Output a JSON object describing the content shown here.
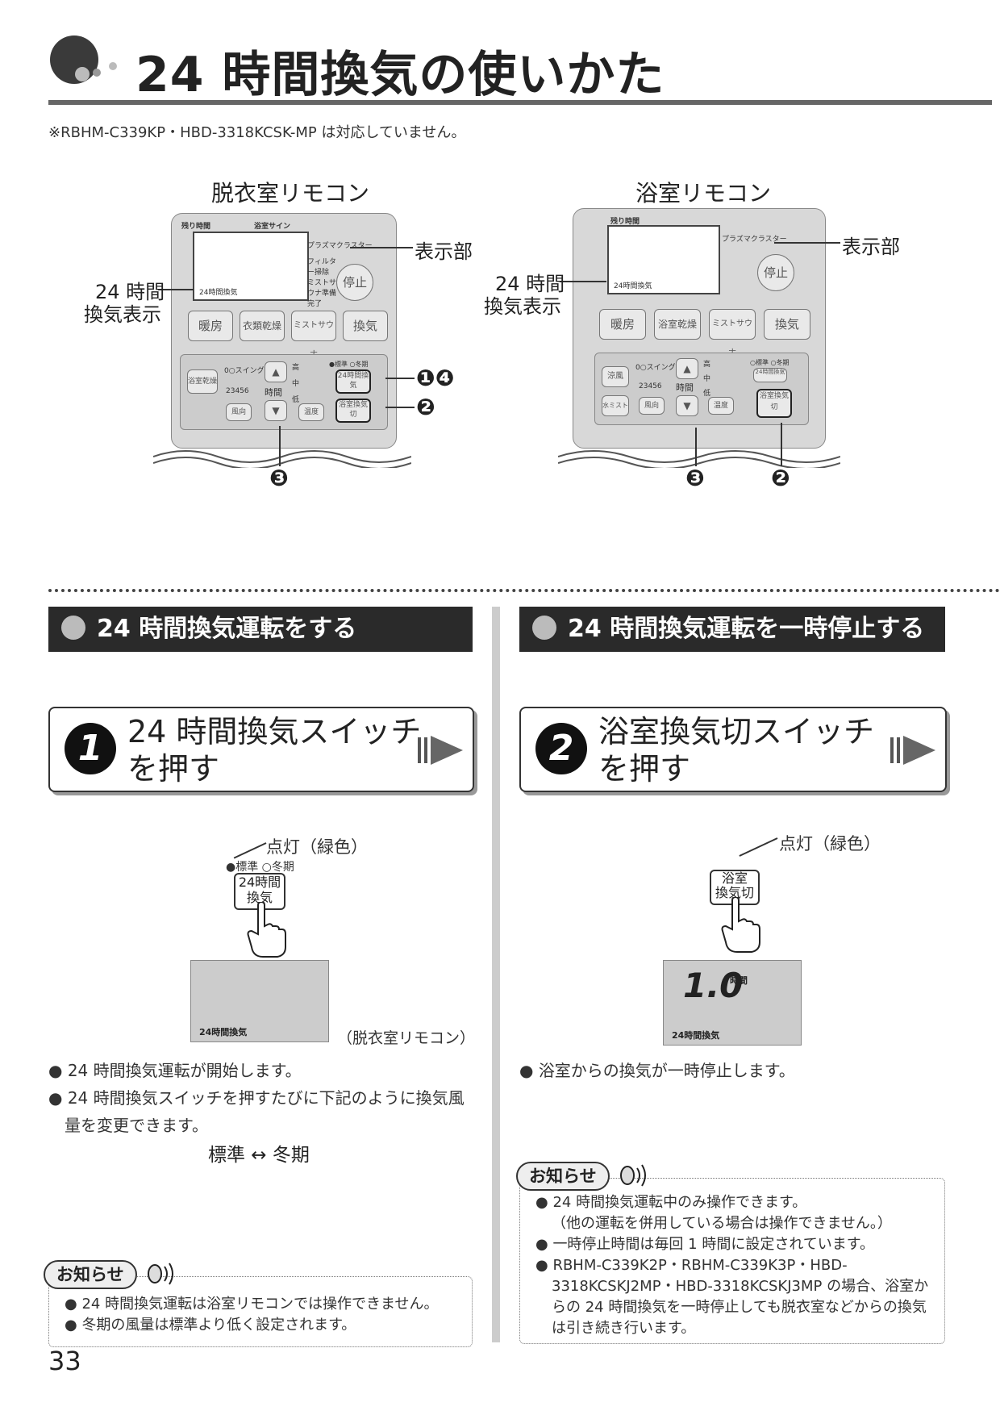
{
  "title": "24 時間換気の使いかた",
  "note": "※RBHM-C339KP・HBD-3318KCSK-MP は対応していません。",
  "left_remote": {
    "title": "脱衣室リモコン",
    "label_remain": "残り時間",
    "label_bath_sign": "浴室サイン",
    "plasma": "プラズマクラスター",
    "filter": "フィルター掃除",
    "mist": "ミストサウナ準備完了",
    "stop": "停止",
    "display_text": "24時間換気",
    "buttons": [
      "暖房",
      "衣類乾燥",
      "ミストサウナ",
      "換気"
    ],
    "panel_bath_dry": "浴室乾燥",
    "swing": "0○スイング",
    "scale": "23456",
    "time": "時間",
    "direction": "風向",
    "temp": "温度",
    "level_high": "高",
    "level_mid": "中",
    "level_low": "低",
    "mode_labels": "●標準 ○冬期",
    "btn_24h": "24時間換気",
    "btn_bath_off": "浴室換気切",
    "callout_display": "表示部",
    "callout_24h_line1": "24 時間",
    "callout_24h_line2": "換気表示",
    "markers": [
      "❶❹",
      "❷",
      "❸"
    ]
  },
  "right_remote": {
    "title": "浴室リモコン",
    "label_remain": "残り時間",
    "plasma": "プラズマクラスター",
    "stop": "停止",
    "display_text": "24時間換気",
    "buttons": [
      "暖房",
      "浴室乾燥",
      "ミストサウナ",
      "換気"
    ],
    "panel_cool": "涼風",
    "panel_water_mist": "水ミスト",
    "swing": "0○スイング",
    "scale": "23456",
    "time": "時間",
    "direction": "風向",
    "temp": "温度",
    "level_high": "高",
    "level_mid": "中",
    "level_low": "低",
    "mode_labels": "○標準 ○冬期",
    "btn_24h": "24時間換気",
    "btn_bath_off": "浴室換気切",
    "callout_display": "表示部",
    "callout_24h_line1": "24 時間",
    "callout_24h_line2": "換気表示",
    "markers": [
      "❸",
      "❷"
    ]
  },
  "section_left": {
    "heading": "24 時間換気運転をする",
    "step_num": "1",
    "step_line1": "24 時間換気スイッチ",
    "step_line2": "を押す",
    "lit_label": "点灯（緑色）",
    "mode_labels": "●標準 ○冬期",
    "btn_line1": "24時間",
    "btn_line2": "換気",
    "screen_text": "24時間換気",
    "screen_caption": "（脱衣室リモコン）",
    "bullets": [
      "24 時間換気運転が開始します。",
      "24 時間換気スイッチを押すたびに下記のように換気風量を変更できます。"
    ],
    "toggle": "標準 ↔ 冬期",
    "notice_label": "お知らせ",
    "notices": [
      "24 時間換気運転は浴室リモコンでは操作できません。",
      "冬期の風量は標準より低く設定されます。"
    ]
  },
  "section_right": {
    "heading": "24 時間換気運転を一時停止する",
    "step_num": "2",
    "step_line1": "浴室換気切スイッチ",
    "step_line2": "を押す",
    "lit_label": "点灯（緑色）",
    "btn_line1": "浴室",
    "btn_line2": "換気切",
    "screen_digits": "1.0",
    "screen_unit": "時間",
    "screen_text": "24時間換気",
    "bullets": [
      "浴室からの換気が一時停止します。"
    ],
    "notice_label": "お知らせ",
    "notices": [
      "24 時間換気運転中のみ操作できます。",
      "（他の運転を併用している場合は操作できません。）",
      "一時停止時間は毎回 1 時間に設定されています。",
      "RBHM-C339K2P・RBHM-C339K3P・HBD-3318KCSKJ2MP・HBD-3318KCSKJ3MP の場合、浴室からの 24 時間換気を一時停止しても脱衣室などからの換気は引き続き行います。"
    ]
  },
  "page_number": "33"
}
